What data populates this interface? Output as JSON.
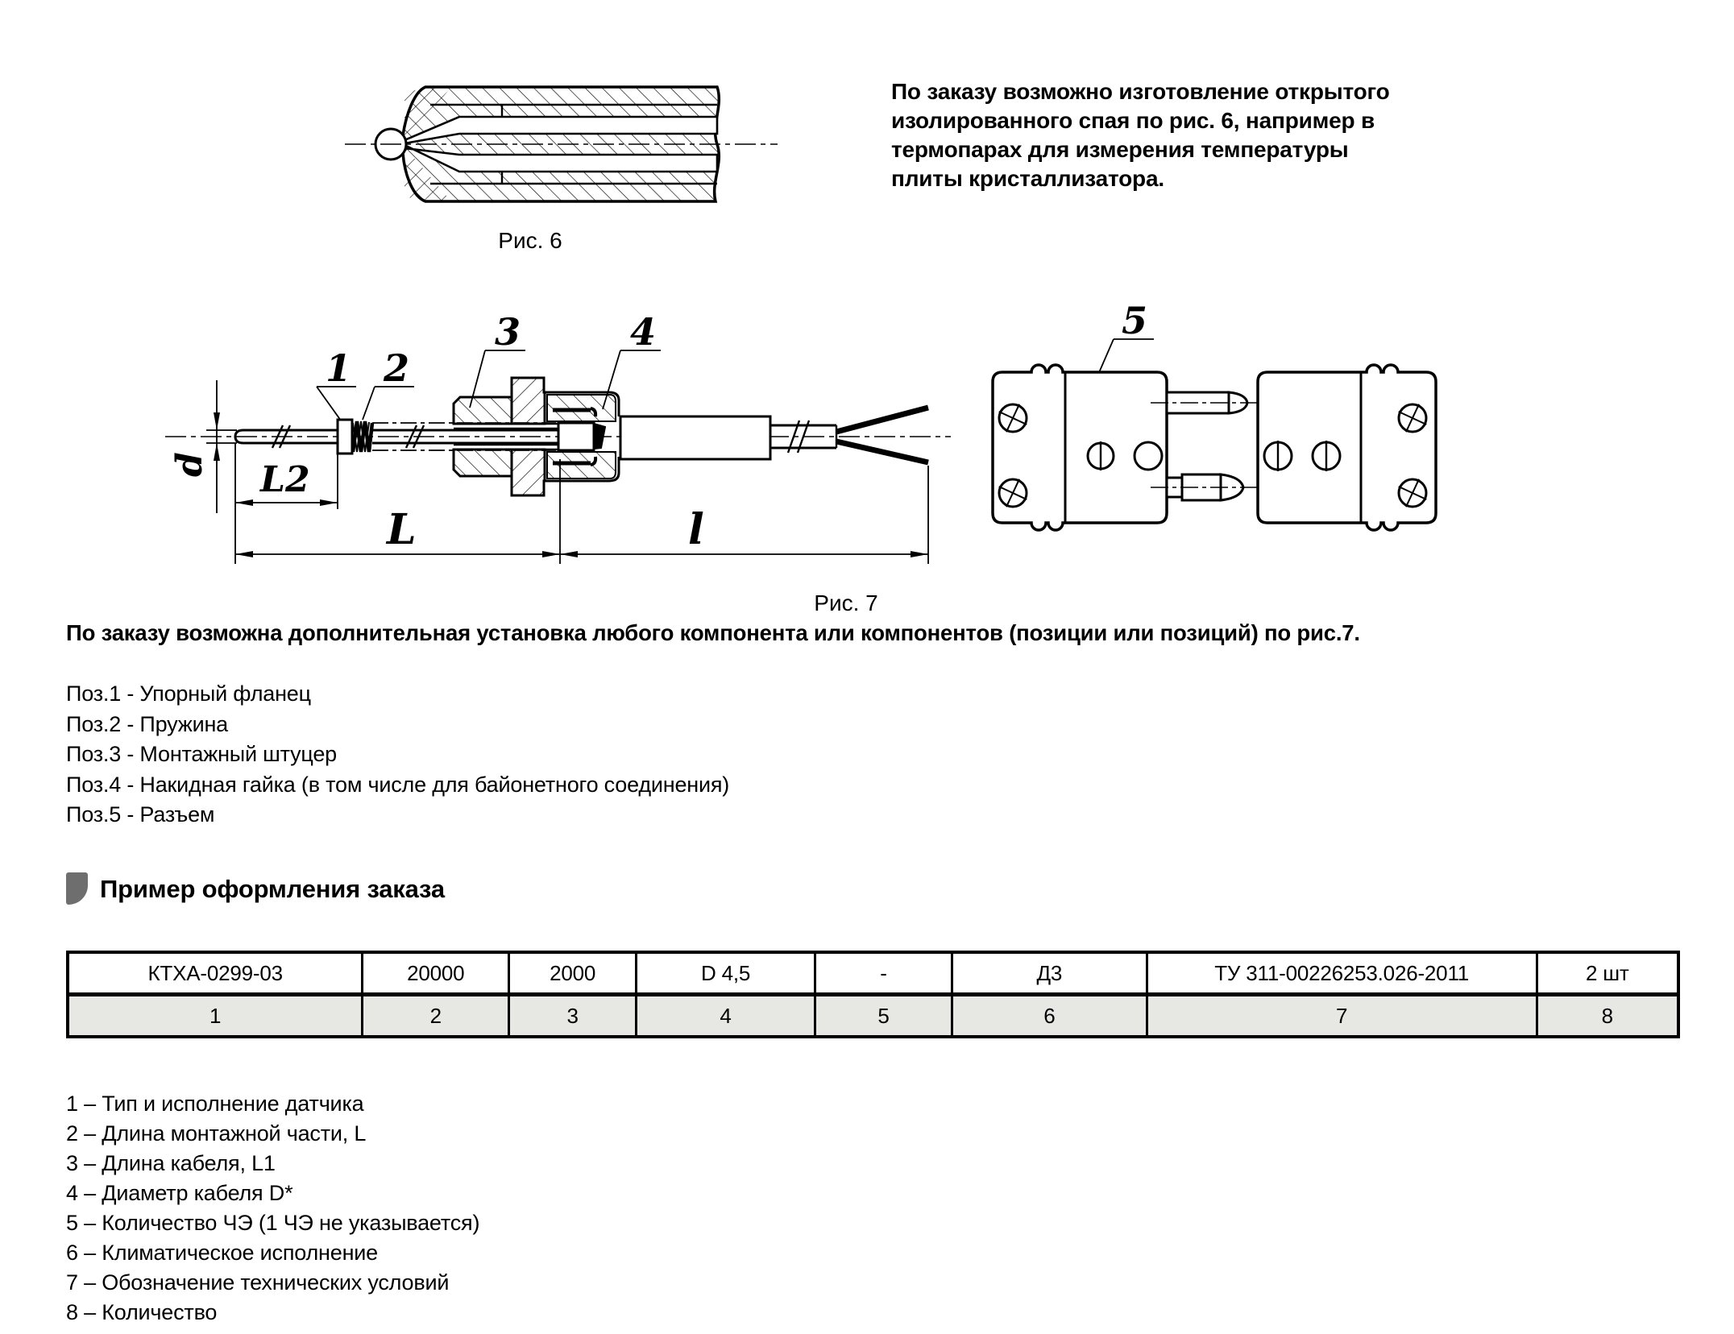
{
  "fig6": {
    "caption": "Рис. 6"
  },
  "intro": {
    "lines": [
      "По заказу возможно изготовление открытого",
      "изолированного спая по рис. 6, например в",
      "термопарах для измерения температуры",
      "плиты кристаллизатора."
    ]
  },
  "fig7": {
    "caption": "Рис. 7",
    "part_labels": [
      "1",
      "2",
      "3",
      "4",
      "5"
    ],
    "dim_labels": {
      "d": "d",
      "L2": "L2",
      "L": "L",
      "l": "l"
    }
  },
  "note": "По заказу возможна  дополнительная установка любого компонента или компонентов (позиции или позиций) по рис.7.",
  "positions": [
    "Поз.1 - Упорный фланец",
    "Поз.2 - Пружина",
    "Поз.3 - Монтажный штуцер",
    "Поз.4 - Накидная гайка (в том числе для байонетного соединения)",
    "Поз.5 - Разъем"
  ],
  "order_example": {
    "heading": "Пример оформления заказа",
    "table": {
      "values": [
        "КТХА-0299-03",
        "20000",
        "2000",
        "D 4,5",
        "-",
        "Д3",
        "ТУ 311-00226253.026-2011",
        "2 шт"
      ],
      "indices": [
        "1",
        "2",
        "3",
        "4",
        "5",
        "6",
        "7",
        "8"
      ]
    },
    "legend": [
      "1 – Тип и исполнение датчика",
      "2 – Длина монтажной части, L",
      "3 – Длина кабеля,  L1",
      "4 – Диаметр кабеля D*",
      "5 – Количество ЧЭ (1 ЧЭ не указывается)",
      "6 – Климатическое исполнение",
      "7 – Обозначение технических условий",
      "8 – Количество"
    ]
  },
  "colors": {
    "ink": "#000000",
    "accent_gray": "#6e6e6e",
    "table_row_gray": "#e7e7e4"
  }
}
